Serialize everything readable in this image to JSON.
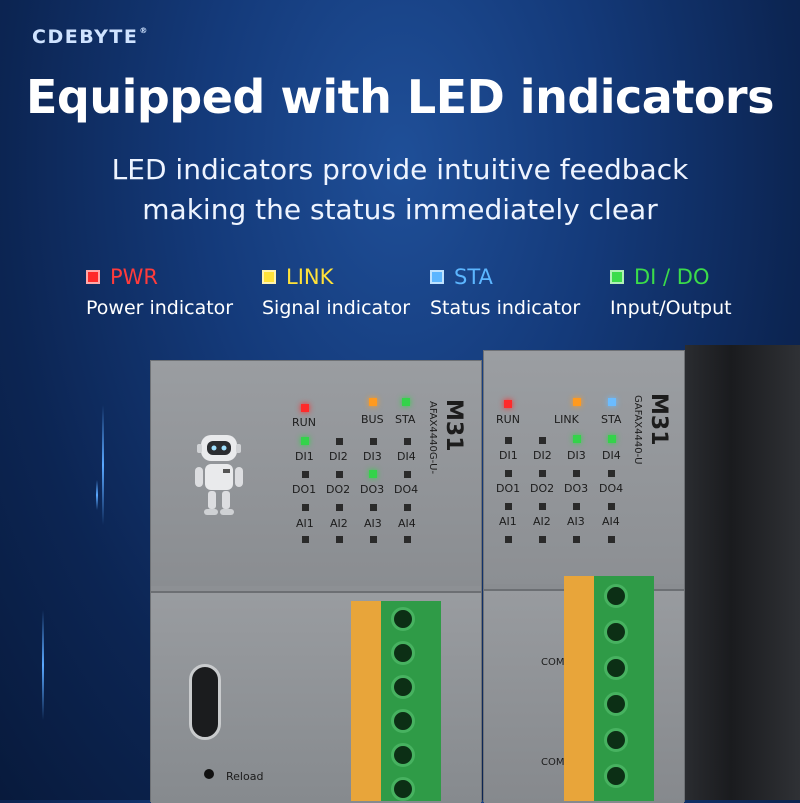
{
  "brand": {
    "name": "CDEBYTE",
    "mark": "®"
  },
  "headline": "Equipped with LED indicators",
  "subtitle": {
    "line1": "LED indicators provide intuitive feedback",
    "line2": "making the status immediately clear"
  },
  "legend": [
    {
      "code": "PWR",
      "description": "Power indicator",
      "color": "#ff3b3b"
    },
    {
      "code": "LINK",
      "description": "Signal indicator",
      "color": "#ffe23a"
    },
    {
      "code": "STA",
      "description": "Status indicator",
      "color": "#5cb6ff"
    },
    {
      "code": "DI / DO",
      "description": "Input/Output",
      "color": "#3bdc4a"
    }
  ],
  "module1": {
    "model": "M31",
    "part": "AFAX4440G-U-",
    "labels": {
      "run": "RUN",
      "bus": "BUS",
      "sta": "STA",
      "di1": "DI1",
      "di2": "DI2",
      "di3": "DI3",
      "di4": "DI4",
      "do1": "DO1",
      "do2": "DO2",
      "do3": "DO3",
      "do4": "DO4",
      "ai1": "AI1",
      "ai2": "AI2",
      "ai3": "AI3",
      "ai4": "AI4"
    },
    "button_label": "Reload"
  },
  "module2": {
    "model": "M31",
    "part": "GAFAX4440-U",
    "labels": {
      "run": "RUN",
      "link": "LINK",
      "sta": "STA",
      "di1": "DI1",
      "di2": "DI2",
      "di3": "DI3",
      "di4": "DI4",
      "do1": "DO1",
      "do2": "DO2",
      "do3": "DO3",
      "do4": "DO4",
      "ai1": "AI1",
      "ai2": "AI2",
      "ai3": "AI3",
      "ai4": "AI4"
    },
    "terminal_label": "COM"
  },
  "colors": {
    "red": "#ff2a2a",
    "orange": "#ff9a1f",
    "green": "#34d34a",
    "blue": "#6bbcff"
  }
}
